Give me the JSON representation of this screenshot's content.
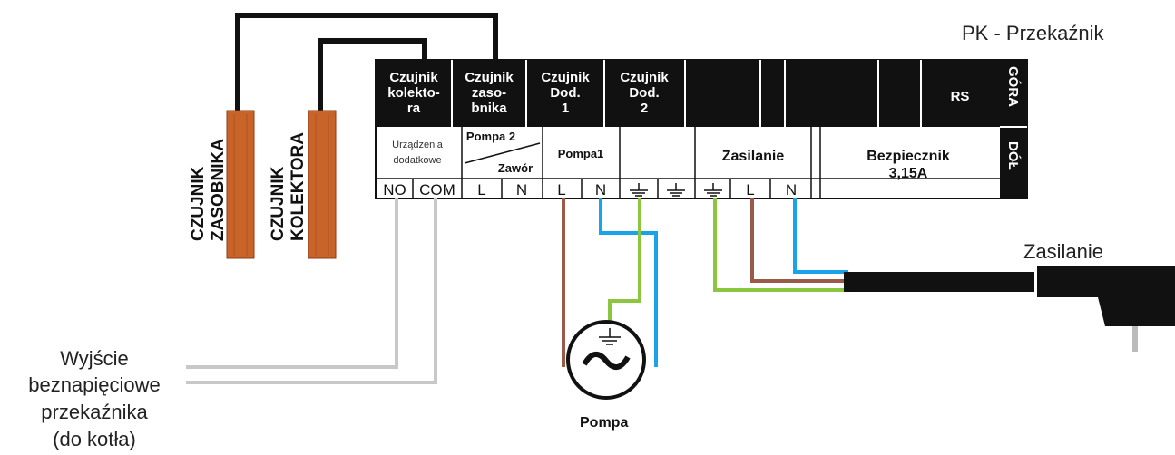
{
  "title": "PK - Przekaźnik",
  "headers": {
    "czujnik_kolektora": [
      "Czujnik",
      "kolekto-",
      "ra"
    ],
    "czujnik_zasobnika": [
      "Czujnik",
      "zaso-",
      "bnika"
    ],
    "czujnik_dod1": [
      "Czujnik",
      "Dod.",
      "1"
    ],
    "czujnik_dod2": [
      "Czujnik",
      "Dod.",
      "2"
    ],
    "rs": "RS",
    "gora": "GÓRA",
    "dol": "DÓŁ"
  },
  "middle": {
    "urzadzenia": [
      "Urządzenia",
      "dodatkowe"
    ],
    "pompa2": "Pompa 2",
    "zawor": "Zawór",
    "pompa1": "Pompa1",
    "zasilanie": "Zasilanie",
    "bezpiecznik": [
      "Bezpiecznik",
      "3,15A"
    ]
  },
  "terminals": {
    "no": "NO",
    "com": "COM",
    "l": "L",
    "n": "N"
  },
  "sensors": {
    "zasobnika": [
      "CZUJNIK",
      "ZASOBNIKA"
    ],
    "kolektora": [
      "CZUJNIK",
      "KOLEKTORA"
    ]
  },
  "labels": {
    "zasilanie_plug": "Zasilanie",
    "pompa": "Pompa",
    "wyjscie": [
      "Wyjście",
      "beznapięciowe",
      "przekaźnika",
      "(do kotła)"
    ]
  },
  "colors": {
    "black": "#111111",
    "brown_wire": "#9a5a48",
    "blue_wire": "#1aa3e8",
    "green_wire": "#8cc63f",
    "gray_wire": "#c8c8c8",
    "sensor_copper": "#c8642a"
  }
}
